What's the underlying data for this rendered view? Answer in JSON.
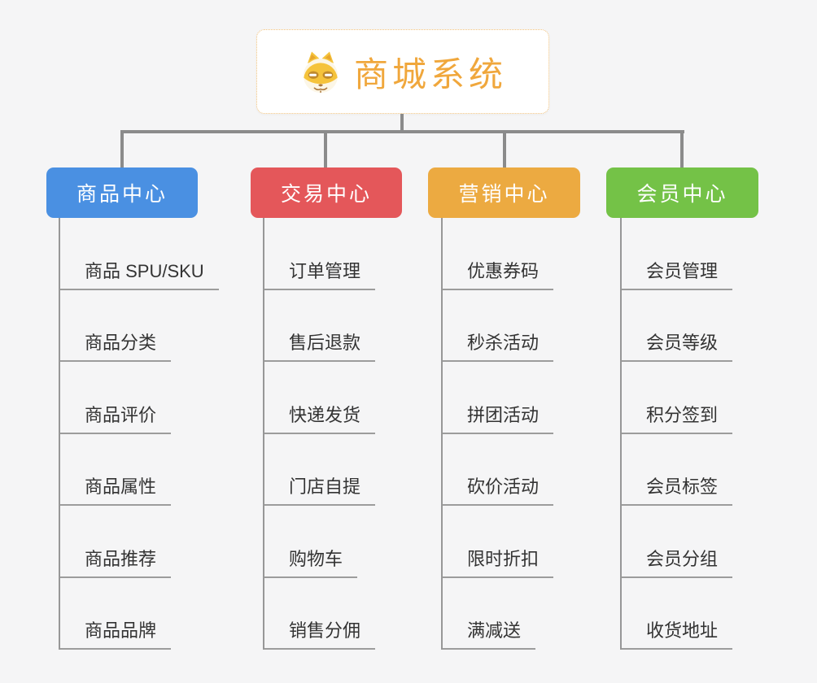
{
  "root": {
    "title": "商城系统",
    "icon": "dog-face-icon"
  },
  "branches": [
    {
      "id": "product",
      "label": "商品中心",
      "color": "#4A90E2",
      "children": [
        "商品 SPU/SKU",
        "商品分类",
        "商品评价",
        "商品属性",
        "商品推荐",
        "商品品牌"
      ]
    },
    {
      "id": "trade",
      "label": "交易中心",
      "color": "#E4575A",
      "children": [
        "订单管理",
        "售后退款",
        "快递发货",
        "门店自提",
        "购物车",
        "销售分佣"
      ]
    },
    {
      "id": "marketing",
      "label": "营销中心",
      "color": "#ECAA41",
      "children": [
        "优惠券码",
        "秒杀活动",
        "拼团活动",
        "砍价活动",
        "限时折扣",
        "满减送"
      ]
    },
    {
      "id": "member",
      "label": "会员中心",
      "color": "#74C247",
      "children": [
        "会员管理",
        "会员等级",
        "积分签到",
        "会员标签",
        "会员分组",
        "收货地址"
      ]
    }
  ],
  "colors": {
    "background": "#F5F5F6",
    "connector": "#8B8B8B",
    "leaf_line": "#9C9C9C",
    "leaf_text": "#333333",
    "root_text": "#F0A73C",
    "root_border": "#F2C27D",
    "node_text": "#FFFFFF"
  }
}
